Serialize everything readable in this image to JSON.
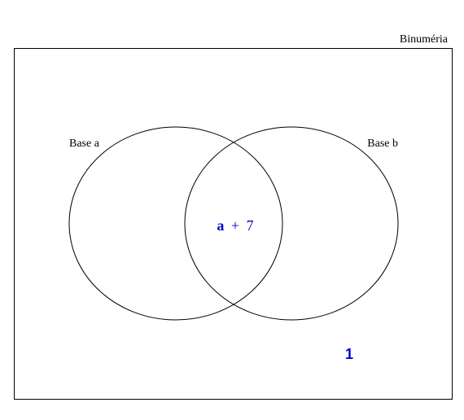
{
  "universe": {
    "label": "Binuméria",
    "stroke": "#000000"
  },
  "sets": [
    {
      "label": "Base a"
    },
    {
      "label": "Base b"
    }
  ],
  "regions": {
    "intersection": {
      "var": "a",
      "op": "+",
      "num": "7"
    },
    "outside": "1"
  },
  "colors": {
    "accent": "#0000cc",
    "stroke": "#000000",
    "background": "#ffffff"
  }
}
